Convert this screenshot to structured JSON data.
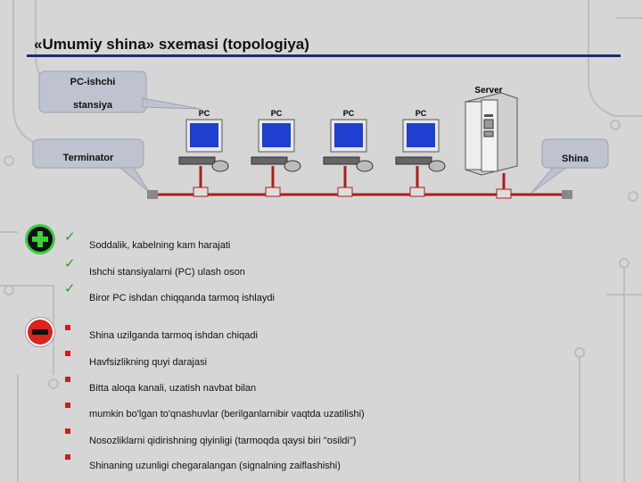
{
  "title": "«Umumiy shina» sxemasi (topologiya)",
  "diagram": {
    "callouts": {
      "pc_workstation_line1": "PC-ishchi",
      "pc_workstation_line2": "stansiya",
      "terminator": "Terminator",
      "shina": "Shina"
    },
    "pc_labels": [
      "PC",
      "PC",
      "PC",
      "PC"
    ],
    "server_label": "Server"
  },
  "advantages": [
    "Soddalik, kabelning kam harajati",
    "Ishchi stansiyalarni (PC) ulash oson",
    "Biror PC ishdan chiqqanda tarmoq ishlaydi"
  ],
  "disadvantages": [
    "Shina uzilganda tarmoq ishdan chiqadi",
    "Havfsizlikning quyi darajasi",
    "Bitta aloqa kanali, uzatish navbat bilan",
    "mumkin bo'lgan to'qnashuvlar (berilganlarnibir vaqtda uzatilishi)",
    "Nosozliklarni qidirishning qiyinligi (tarmoqda qaysi biri \"osildi\")",
    "Shinaning uzunligi chegaralangan (signalning zaiflashishi)"
  ],
  "colors": {
    "accent_rule": "#1f2a78",
    "bus_cable": "#b01c1c",
    "screen": "#1f3fd0",
    "check": "#2e9a2e",
    "bullet": "#d01c1c"
  },
  "icons": {
    "advantages_badge": "plus-icon",
    "disadvantages_badge": "minus-icon"
  }
}
